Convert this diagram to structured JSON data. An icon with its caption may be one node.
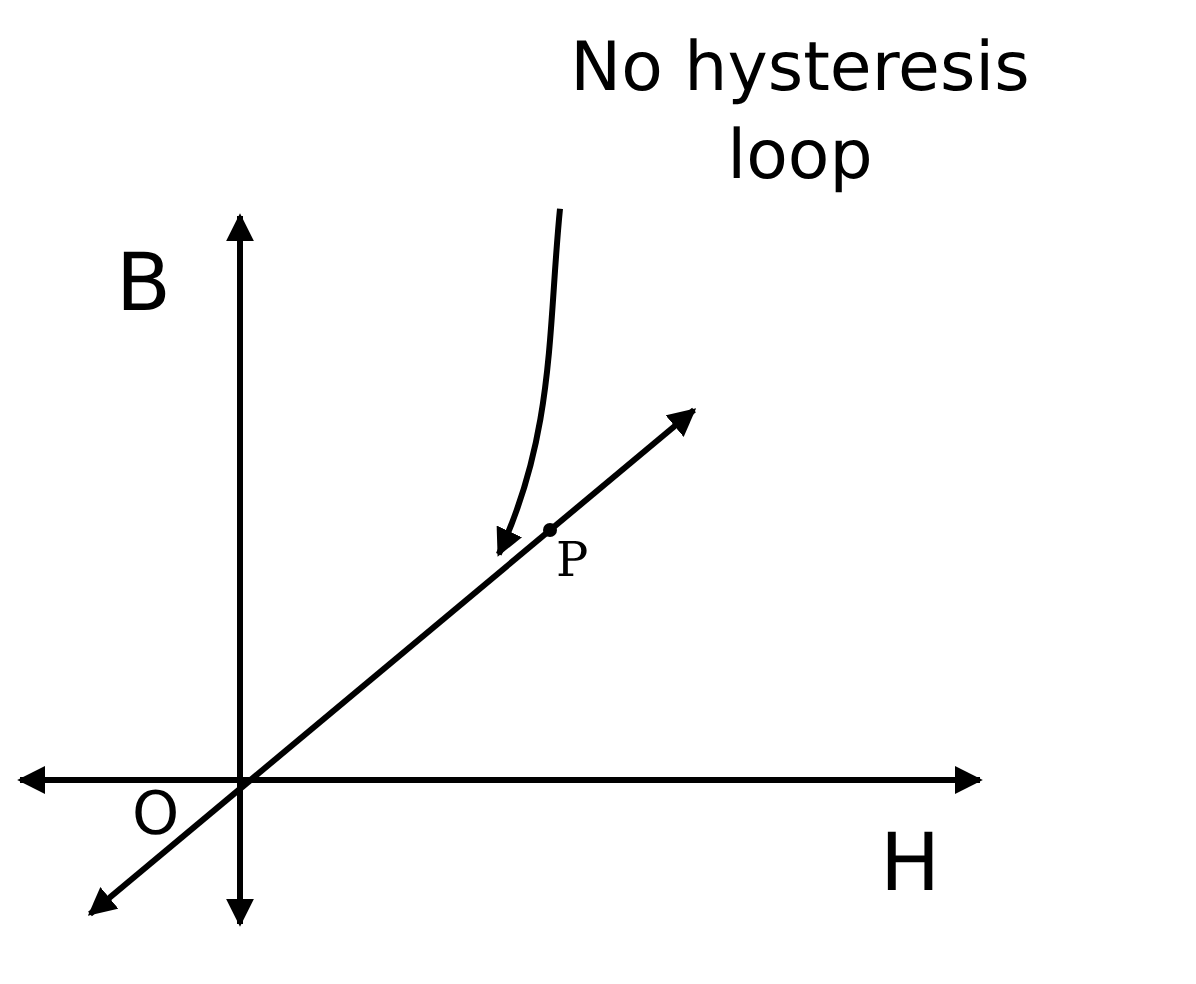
{
  "diagram": {
    "nodes": [
      {
        "text": [
          "No hysteresis loop"
        ]
      },
      {
        "text": [],
        "shape": "line"
      }
    ],
    "edges": [
      {
        "from": 0,
        "to": 1,
        "arrow": "to"
      }
    ],
    "labels": [
      "B",
      "P",
      "O",
      "H"
    ]
  }
}
